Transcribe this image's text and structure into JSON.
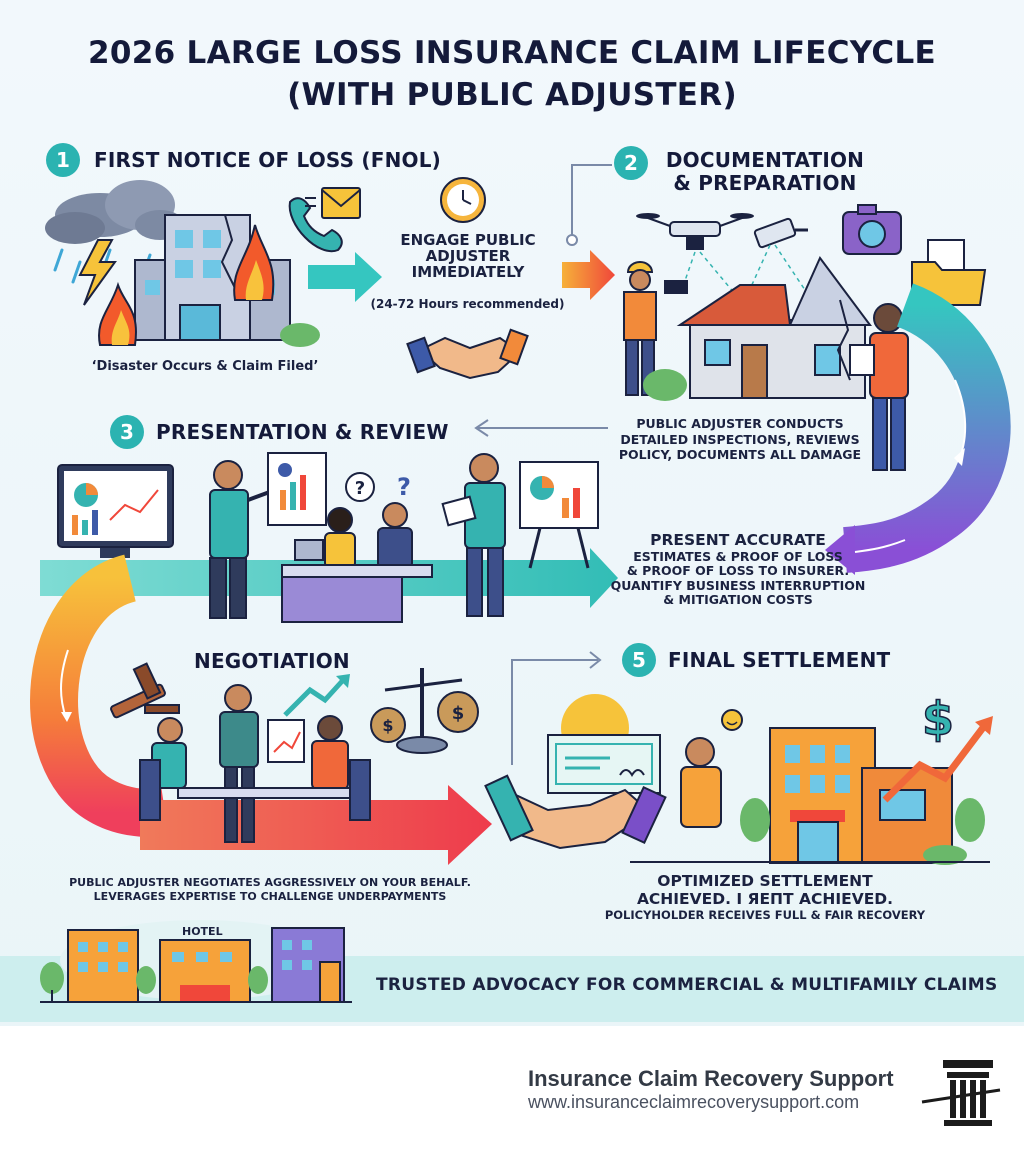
{
  "title": {
    "line1": "2026 LARGE LOSS INSURANCE CLAIM LIFECYCLE",
    "line2": "(WITH PUBLIC ADJUSTER)"
  },
  "steps": [
    {
      "number": "1",
      "heading": "FIRST NOTICE OF LOSS (FNOL)"
    },
    {
      "number": "2",
      "heading_line1": "DOCUMENTATION",
      "heading_line2": "& PREPARATION"
    },
    {
      "number": "3",
      "heading": "PRESENTATION & REVIEW"
    },
    {
      "heading": "NEGOTIATION"
    },
    {
      "number": "5",
      "heading": "FINAL SETTLEMENT"
    }
  ],
  "captions": {
    "disaster": "‘Disaster Occurs & Claim Filed’",
    "engage_line1": "ENGAGE PUBLIC",
    "engage_line2": "ADJUSTER",
    "engage_line3": "IMMEDIATELY",
    "engage_note": "(24-72 Hours recommended)",
    "inspect_line1": "PUBLIC ADJUSTER CONDUCTS",
    "inspect_line2": "DETAILED INSPECTIONS, REVIEWS",
    "inspect_line3": "POLICY, DOCUMENTS ALL DAMAGE",
    "present_line1": "PRESENT ACCURATE",
    "present_line2": "ESTIMATES & PROOF OF LOSS",
    "present_line3": "& PROOF OF LOSS TO INSURER.",
    "present_line4": "QUANTIFY BUSINESS INTERRUPTION",
    "present_line5": "& MITIGATION COSTS",
    "negotiate_line1": "PUBLIC ADJUSTER NEGOTIATES AGGRESSIVELY ON YOUR BEHALF.",
    "negotiate_line2": "LEVERAGES EXPERTISE TO CHALLENGE UNDERPAYMENTS",
    "settle_line1": "OPTIMIZED SETTLEMENT",
    "settle_line2": "ACHIEVED. I ЯEПT ACHIEVED.",
    "settle_line3": "POLICYHOLDER RECEIVES FULL & FAIR RECOVERY"
  },
  "hotel_sign": "HOTEL",
  "banner": "TRUSTED ADVOCACY FOR COMMERCIAL & MULTIFAMILY CLAIMS",
  "footer": {
    "company": "Insurance Claim Recovery Support",
    "url": "www.insuranceclaimrecoverysupport.com"
  },
  "colors": {
    "teal_badge": "#2bb3b1",
    "navy_text": "#141a3a",
    "arrow_teal": "#35c6c0",
    "arrow_orange": "#f0683a",
    "arrow_purple": "#8a4fd6",
    "banner_bg": "#cdeeee"
  },
  "icons": [
    "storm-cloud-icon",
    "lightning-icon",
    "fire-icon",
    "phone-icon",
    "envelope-icon",
    "clock-icon",
    "handshake-icon",
    "drone-icon",
    "security-camera-icon",
    "camera-icon",
    "folder-icon",
    "monitor-chart-icon",
    "question-mark-icon",
    "presentation-easel-icon",
    "gavel-icon",
    "trend-arrow-icon",
    "scale-money-icon",
    "check-icon",
    "dollar-sign-icon",
    "sun-icon",
    "smile-icon",
    "logo-pillar-icon"
  ]
}
